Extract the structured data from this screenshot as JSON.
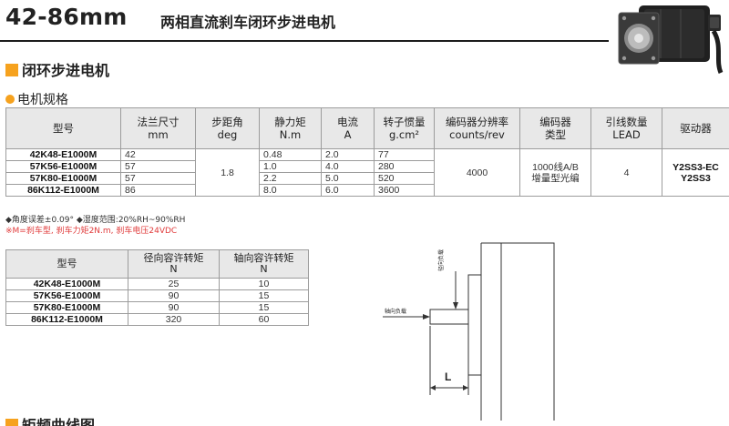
{
  "header": {
    "title_main": "42-86mm",
    "title_sub": "两相直流刹车闭环步进电机"
  },
  "section": {
    "title": "闭环步进电机"
  },
  "spec": {
    "title": "电机规格",
    "headers": [
      [
        "型号",
        ""
      ],
      [
        "法兰尺寸",
        "mm"
      ],
      [
        "步距角",
        "deg"
      ],
      [
        "静力矩",
        "N.m"
      ],
      [
        "电流",
        "A"
      ],
      [
        "转子惯量",
        "g.cm²"
      ],
      [
        "编码器分辨率",
        "counts/rev"
      ],
      [
        "编码器",
        "类型"
      ],
      [
        "引线数量",
        "LEAD"
      ],
      [
        "驱动器",
        ""
      ]
    ],
    "rows": [
      {
        "model": "42K48-E1000M",
        "flange": "42",
        "torque": "0.48",
        "current": "2.0",
        "inertia": "77"
      },
      {
        "model": "57K56-E1000M",
        "flange": "57",
        "torque": "1.0",
        "current": "4.0",
        "inertia": "280"
      },
      {
        "model": "57K80-E1000M",
        "flange": "57",
        "torque": "2.2",
        "current": "5.0",
        "inertia": "520"
      },
      {
        "model": "86K112-E1000M",
        "flange": "86",
        "torque": "8.0",
        "current": "6.0",
        "inertia": "3600"
      }
    ],
    "merged": {
      "step_angle": "1.8",
      "encoder_resolution": "4000",
      "encoder_type_line1": "1000线A/B",
      "encoder_type_line2": "增量型光编",
      "lead_count": "4",
      "driver_line1": "Y2SS3-EC",
      "driver_line2": "Y2SS3"
    }
  },
  "notes": {
    "line1": "◆角度误差±0.09°   ◆湿度范围:20%RH~90%RH",
    "line2": "※M=刹车型, 刹车力矩2N.m, 刹车电压24VDC"
  },
  "torque": {
    "headers": [
      [
        "型号",
        ""
      ],
      [
        "径向容许转矩",
        "N"
      ],
      [
        "轴向容许转矩",
        "N"
      ]
    ],
    "rows": [
      {
        "model": "42K48-E1000M",
        "radial": "25",
        "axial": "10"
      },
      {
        "model": "57K56-E1000M",
        "radial": "90",
        "axial": "15"
      },
      {
        "model": "57K80-E1000M",
        "radial": "90",
        "axial": "15"
      },
      {
        "model": "86K112-E1000M",
        "radial": "320",
        "axial": "60"
      }
    ]
  },
  "drawing": {
    "dimension_label": "L",
    "axial_label": "轴向负载",
    "radial_label": "径向负载"
  },
  "footer": {
    "title": "矩频曲线图"
  },
  "colors": {
    "accent": "#f6a21e",
    "note_red": "#e03a3a",
    "header_bg": "#e8e8e8"
  }
}
